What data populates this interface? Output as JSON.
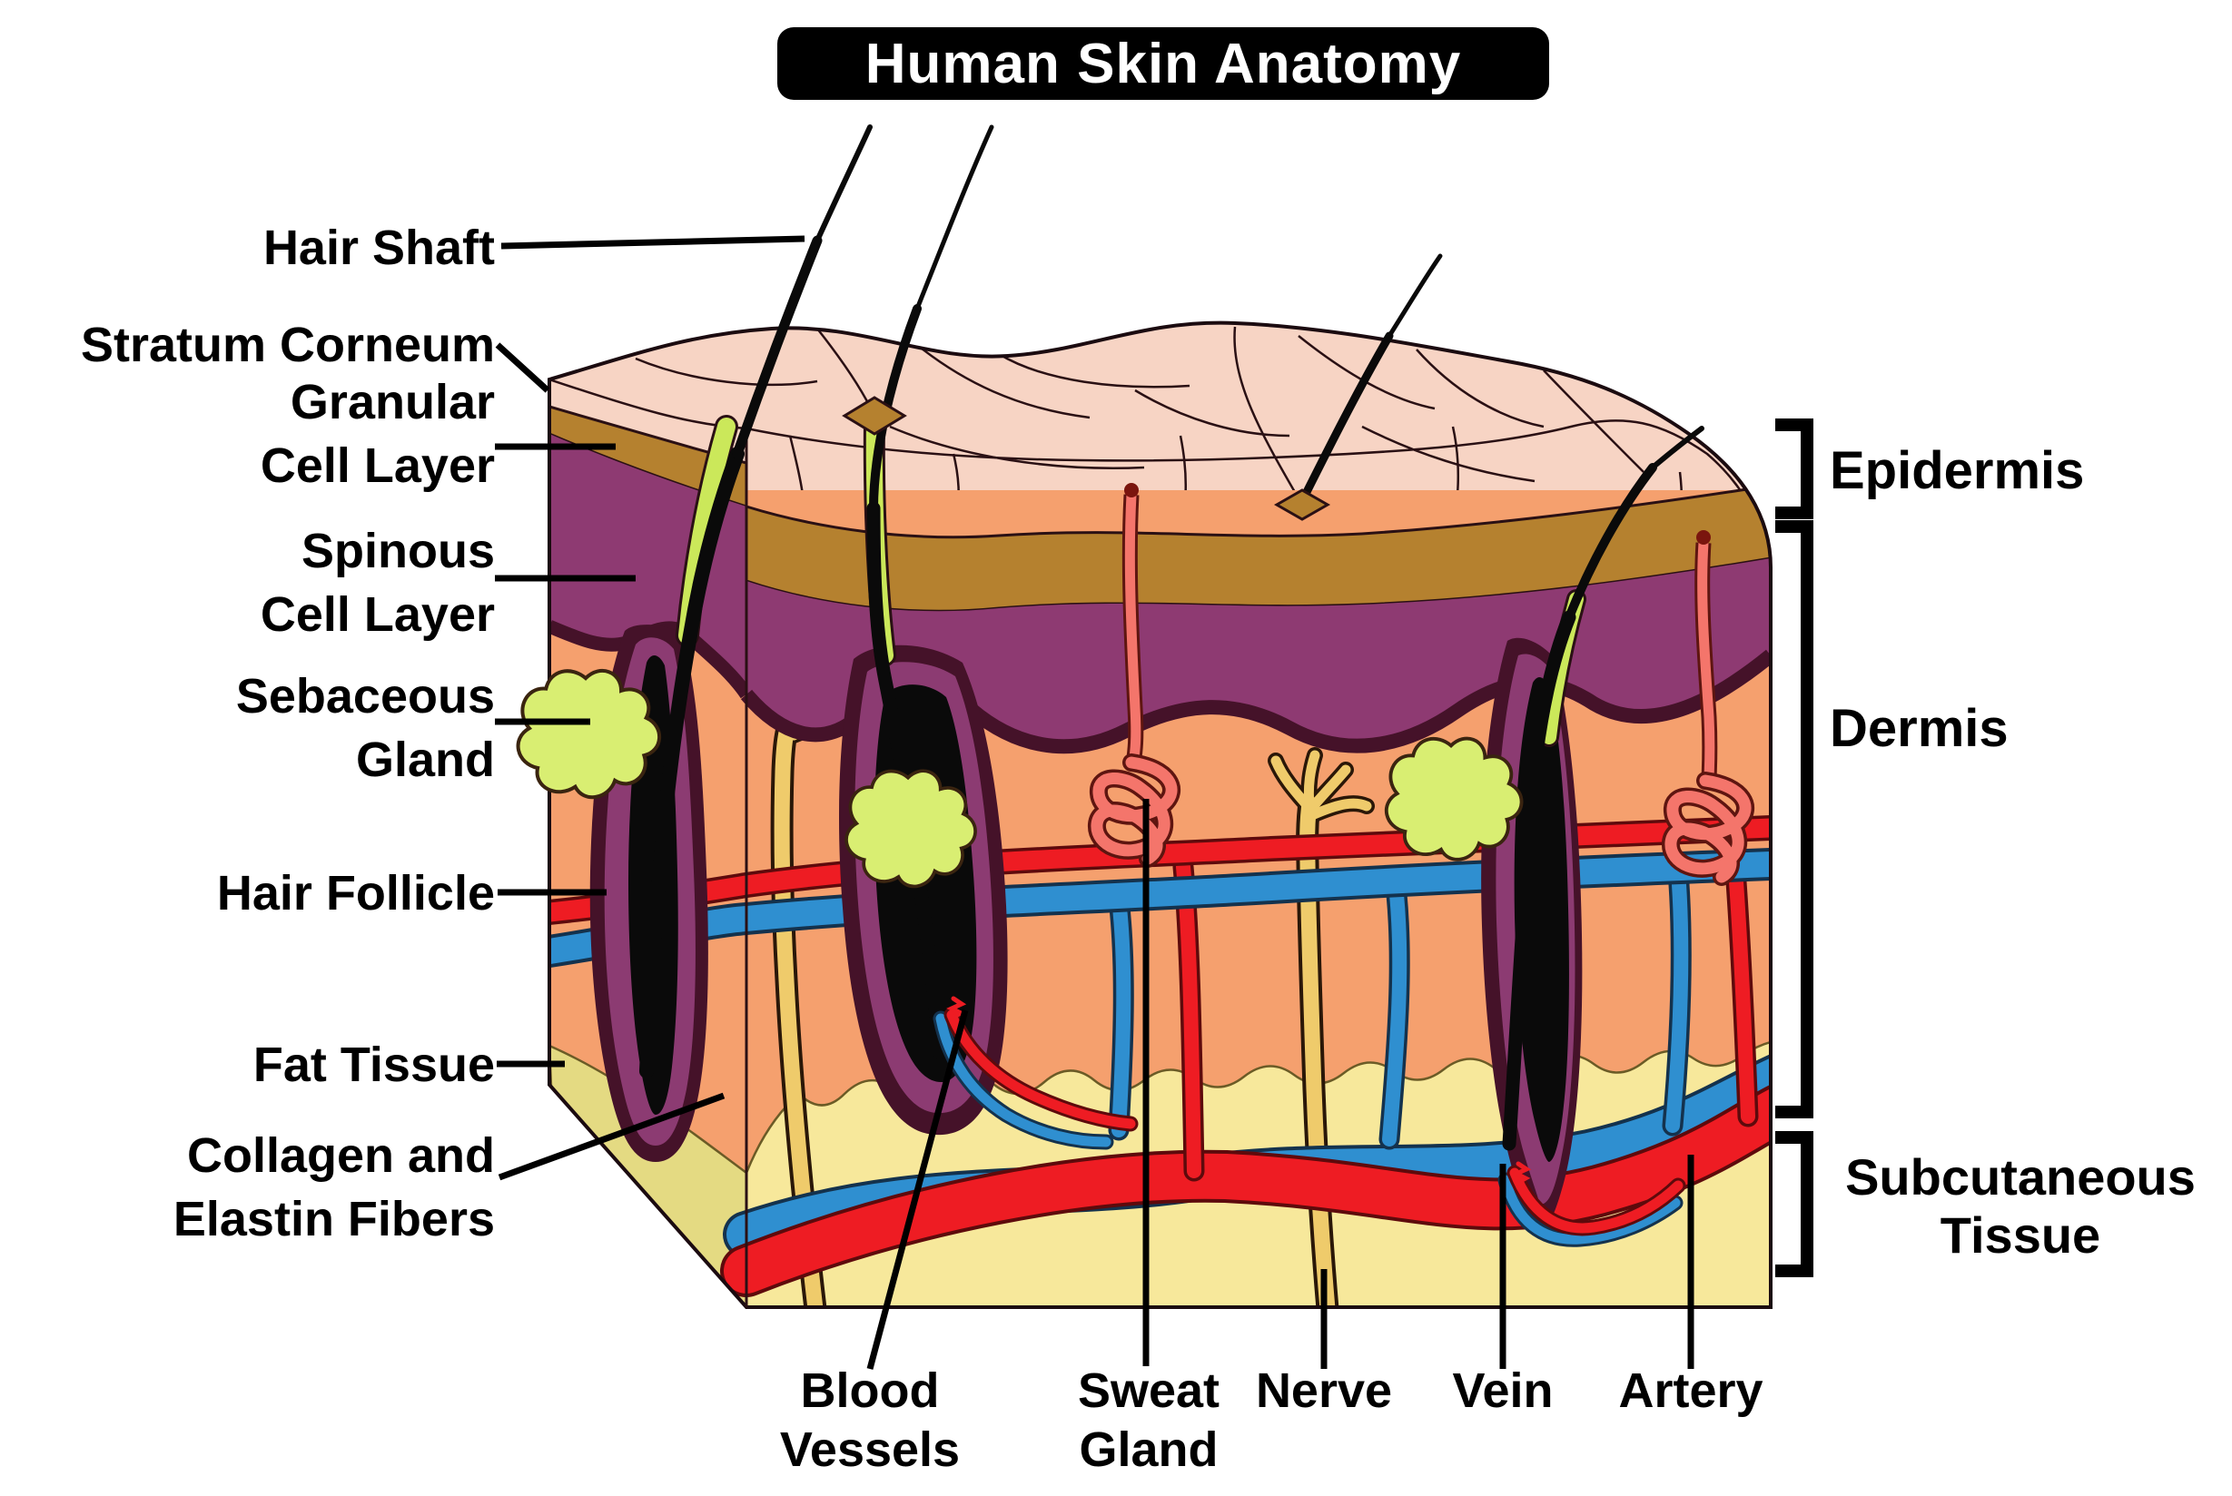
{
  "title": "Human Skin Anatomy",
  "labels": {
    "left": [
      {
        "id": "hair-shaft",
        "lines": [
          "Hair Shaft"
        ]
      },
      {
        "id": "stratum-corneum",
        "lines": [
          "Stratum Corneum"
        ]
      },
      {
        "id": "granular-cell-layer",
        "lines": [
          "Granular",
          "Cell Layer"
        ]
      },
      {
        "id": "spinous-cell-layer",
        "lines": [
          "Spinous",
          "Cell Layer"
        ]
      },
      {
        "id": "sebaceous-gland",
        "lines": [
          "Sebaceous",
          "Gland"
        ]
      },
      {
        "id": "hair-follicle",
        "lines": [
          "Hair Follicle"
        ]
      },
      {
        "id": "fat-tissue",
        "lines": [
          "Fat Tissue"
        ]
      },
      {
        "id": "collagen-elastin",
        "lines": [
          "Collagen and",
          "Elastin Fibers"
        ]
      }
    ],
    "right": [
      {
        "id": "epidermis",
        "lines": [
          "Epidermis"
        ]
      },
      {
        "id": "dermis",
        "lines": [
          "Dermis"
        ]
      },
      {
        "id": "subcutaneous-tissue",
        "lines": [
          "Subcutaneous",
          "Tissue"
        ]
      }
    ],
    "bottom": [
      {
        "id": "blood-vessels",
        "lines": [
          "Blood",
          "Vessels"
        ]
      },
      {
        "id": "sweat-gland",
        "lines": [
          "Sweat",
          "Gland"
        ]
      },
      {
        "id": "nerve",
        "lines": [
          "Nerve"
        ]
      },
      {
        "id": "vein",
        "lines": [
          "Vein"
        ]
      },
      {
        "id": "artery",
        "lines": [
          "Artery"
        ]
      }
    ]
  },
  "colors": {
    "surface_pink": "#F7D4C4",
    "stratum_corneum_brown": "#B5812F",
    "epidermis_purple": "#8E3A72",
    "epidermis_dark_maroon": "#451229",
    "dermis_orange": "#F5A06E",
    "fat_yellow_front": "#F7E89B",
    "fat_yellow_side": "#E4DA82",
    "sebaceous_green": "#D9EE72",
    "hair_canal_green": "#CBE85A",
    "nerve_tan": "#EFCB6B",
    "artery_red": "#EE1C23",
    "vein_blue": "#2F8FD0",
    "sweat_salmon": "#F4756B",
    "hair_black": "#0A0A0A",
    "label_black": "#000000",
    "title_bg": "#000000",
    "title_text": "#FFFFFF"
  }
}
